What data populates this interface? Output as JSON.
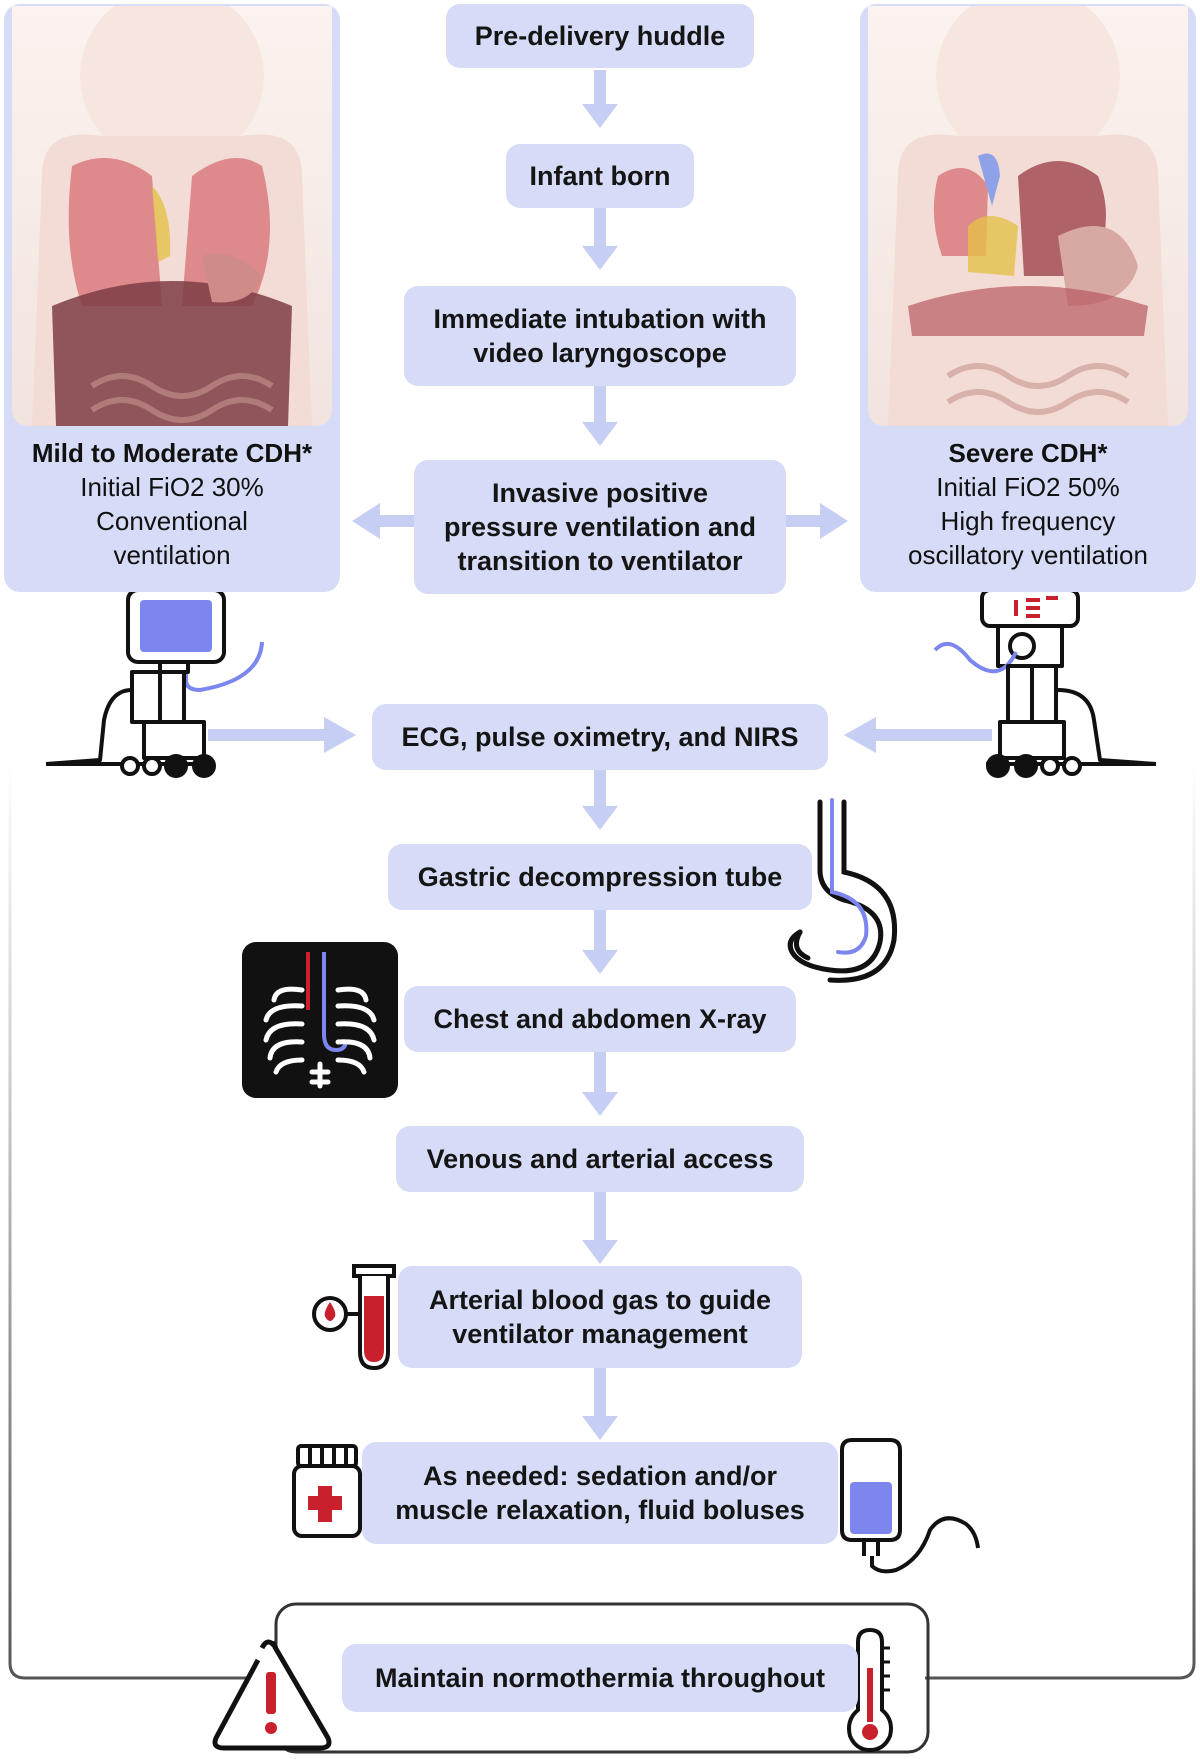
{
  "steps": {
    "huddle": "Pre-delivery huddle",
    "born": "Infant born",
    "intubation": "Immediate intubation with\nvideo laryngoscope",
    "ventilation": "Invasive positive\npressure ventilation and\ntransition to ventilator",
    "monitoring": "ECG, pulse oximetry, and NIRS",
    "gastric": "Gastric decompression tube",
    "xray": "Chest and abdomen X-ray",
    "access": "Venous and arterial access",
    "bloodgas": "Arterial blood gas to guide\nventilator management",
    "asneeded": "As needed: sedation and/or\nmuscle relaxation, fluid boluses",
    "normothermia": "Maintain normothermia throughout"
  },
  "left_panel": {
    "title": "Mild to Moderate CDH*",
    "lines": [
      "Initial FiO2 30%",
      "Conventional",
      "ventilation"
    ]
  },
  "right_panel": {
    "title": "Severe CDH*",
    "lines": [
      "Initial FiO2 50%",
      "High frequency",
      "oscillatory ventilation"
    ]
  },
  "icons": {
    "left_device": "conventional-ventilator-icon",
    "right_device": "oscillatory-ventilator-icon",
    "stomach": "stomach-tube-icon",
    "xray": "chest-xray-icon",
    "blood": "blood-tube-icon",
    "medicine": "medicine-bottle-icon",
    "iv": "iv-bag-icon",
    "warning": "warning-icon",
    "thermometer": "thermometer-icon"
  },
  "colors": {
    "box_fill": "#d6dcf7",
    "arrow": "#c6cef3",
    "accent_blue": "#7b86ee",
    "accent_red": "#c8202c",
    "line": "#111111"
  }
}
